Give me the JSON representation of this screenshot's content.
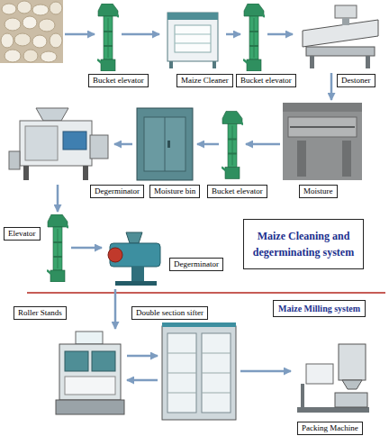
{
  "diagram": {
    "nodes": [
      {
        "text": [
          "Bucket elevator"
        ]
      },
      {
        "text": [
          "Maize Cleaner"
        ]
      },
      {
        "text": [
          "Bucket elevator"
        ]
      },
      {
        "text": [
          "Destoner"
        ]
      },
      {
        "text": [
          "Degerminator"
        ]
      },
      {
        "text": [
          "Moisture bin"
        ]
      },
      {
        "text": [
          "Bucket elevator"
        ]
      },
      {
        "text": [
          "Moisture"
        ]
      },
      {
        "text": [
          "Maize Cleaning and degerminating system"
        ]
      },
      {
        "text": [
          "Elevator"
        ]
      },
      {
        "text": [
          "Degerminator"
        ]
      },
      {
        "text": [
          "Maize Milling system"
        ]
      },
      {
        "text": [
          "Roller Stands"
        ]
      },
      {
        "text": [
          "Double section sifter"
        ]
      },
      {
        "text": [
          "Packing Machine"
        ]
      }
    ],
    "edges": [
      {
        "from": 0,
        "to": 1,
        "arrow": "to"
      },
      {
        "from": 1,
        "to": 2,
        "arrow": "to"
      },
      {
        "from": 2,
        "to": 3,
        "arrow": "to"
      },
      {
        "from": 3,
        "to": 7,
        "arrow": "to"
      },
      {
        "from": 7,
        "to": 6,
        "arrow": "to"
      },
      {
        "from": 6,
        "to": 5,
        "arrow": "to"
      },
      {
        "from": 5,
        "to": 4,
        "arrow": "to"
      },
      {
        "from": 4,
        "to": 9,
        "arrow": "to"
      },
      {
        "from": 9,
        "to": 10,
        "arrow": "to"
      },
      {
        "from": 10,
        "to": 12,
        "arrow": "to"
      },
      {
        "from": 12,
        "to": 13,
        "arrow": "to"
      },
      {
        "from": 13,
        "to": 12,
        "arrow": "to"
      },
      {
        "from": 13,
        "to": 14,
        "arrow": "to"
      }
    ]
  }
}
